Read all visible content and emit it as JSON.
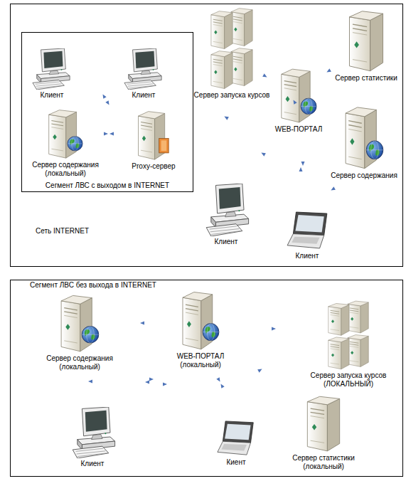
{
  "diagram": {
    "nodes": [
      {
        "text": [
          "Сеть INTERNET"
        ]
      },
      {
        "text": [
          "Сегмент ЛВС с выходом в INTERNET"
        ],
        "in": 0
      },
      {
        "text": [
          "Клиент"
        ],
        "in": 1
      },
      {
        "text": [
          "Клиент"
        ],
        "in": 1
      },
      {
        "text": [
          "Сервер содержания (локальный)"
        ],
        "in": 1
      },
      {
        "text": [
          "Proxy-сервер"
        ],
        "in": 1
      },
      {
        "text": [
          "Сервер запуска курсов"
        ],
        "in": 0
      },
      {
        "text": [
          "WEB-ПОРТАЛ"
        ],
        "in": 0
      },
      {
        "text": [
          "Сервер статистики"
        ],
        "in": 0
      },
      {
        "text": [
          "Сервер содержания"
        ],
        "in": 0
      },
      {
        "text": [
          "Клиент"
        ],
        "in": 0
      },
      {
        "text": [
          "Клиент"
        ],
        "in": 0
      },
      {
        "text": [
          "Сегмент ЛВС без выхода в INTERNET"
        ]
      },
      {
        "text": [
          "Сервер содержания (локальный)"
        ],
        "in": 12
      },
      {
        "text": [
          "WEB-ПОРТАЛ (локальный)"
        ],
        "in": 12
      },
      {
        "text": [
          "Сервер запуска курсов (ЛОКАЛЬНЫЙ)"
        ],
        "in": 12
      },
      {
        "text": [
          "Клиент"
        ],
        "in": 12
      },
      {
        "text": [
          "Киент"
        ],
        "in": 12
      },
      {
        "text": [
          "Сервер статистики (локальный)"
        ],
        "in": 12
      }
    ]
  }
}
